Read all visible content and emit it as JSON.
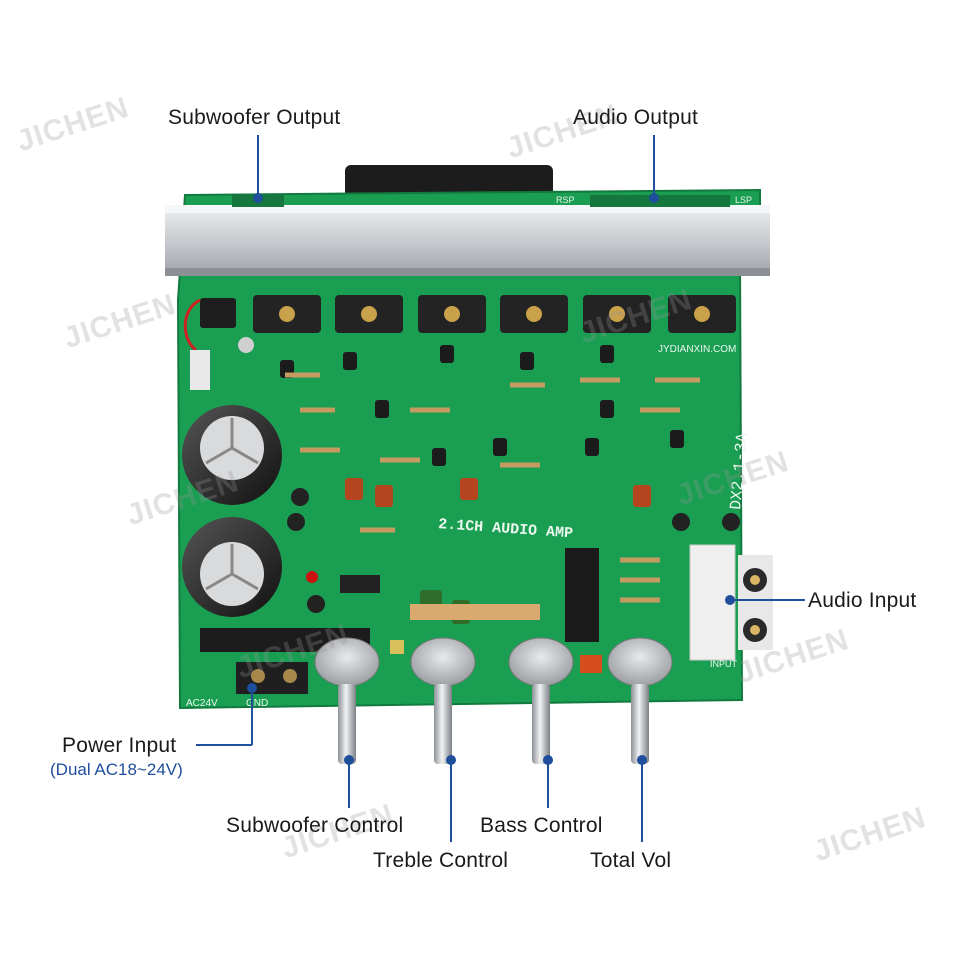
{
  "watermark": "JICHEN",
  "board": {
    "title_text": "2.1CH AUDIO AMP",
    "model_text": "DX2.1-3A",
    "website_text": "JYDIANXIN.COM",
    "ac_text": "AC24V",
    "gnd_text": "GND",
    "input_text": "INPUT",
    "rsp_text": "RSP",
    "lsp_text": "LSP",
    "colors": {
      "pcb": "#1a9f52",
      "pcb_dark": "#127a3e",
      "heatsink": "#d4d6d8",
      "capacitor": "#2a2a2a",
      "accent_line": "#1f4e9c"
    }
  },
  "labels": {
    "subwoofer_output": "Subwoofer Output",
    "audio_output": "Audio Output",
    "audio_input": "Audio Input",
    "power_input": "Power Input",
    "power_input_note": "(Dual AC18~24V)",
    "subwoofer_control": "Subwoofer Control",
    "treble_control": "Treble Control",
    "bass_control": "Bass Control",
    "total_vol": "Total Vol"
  }
}
